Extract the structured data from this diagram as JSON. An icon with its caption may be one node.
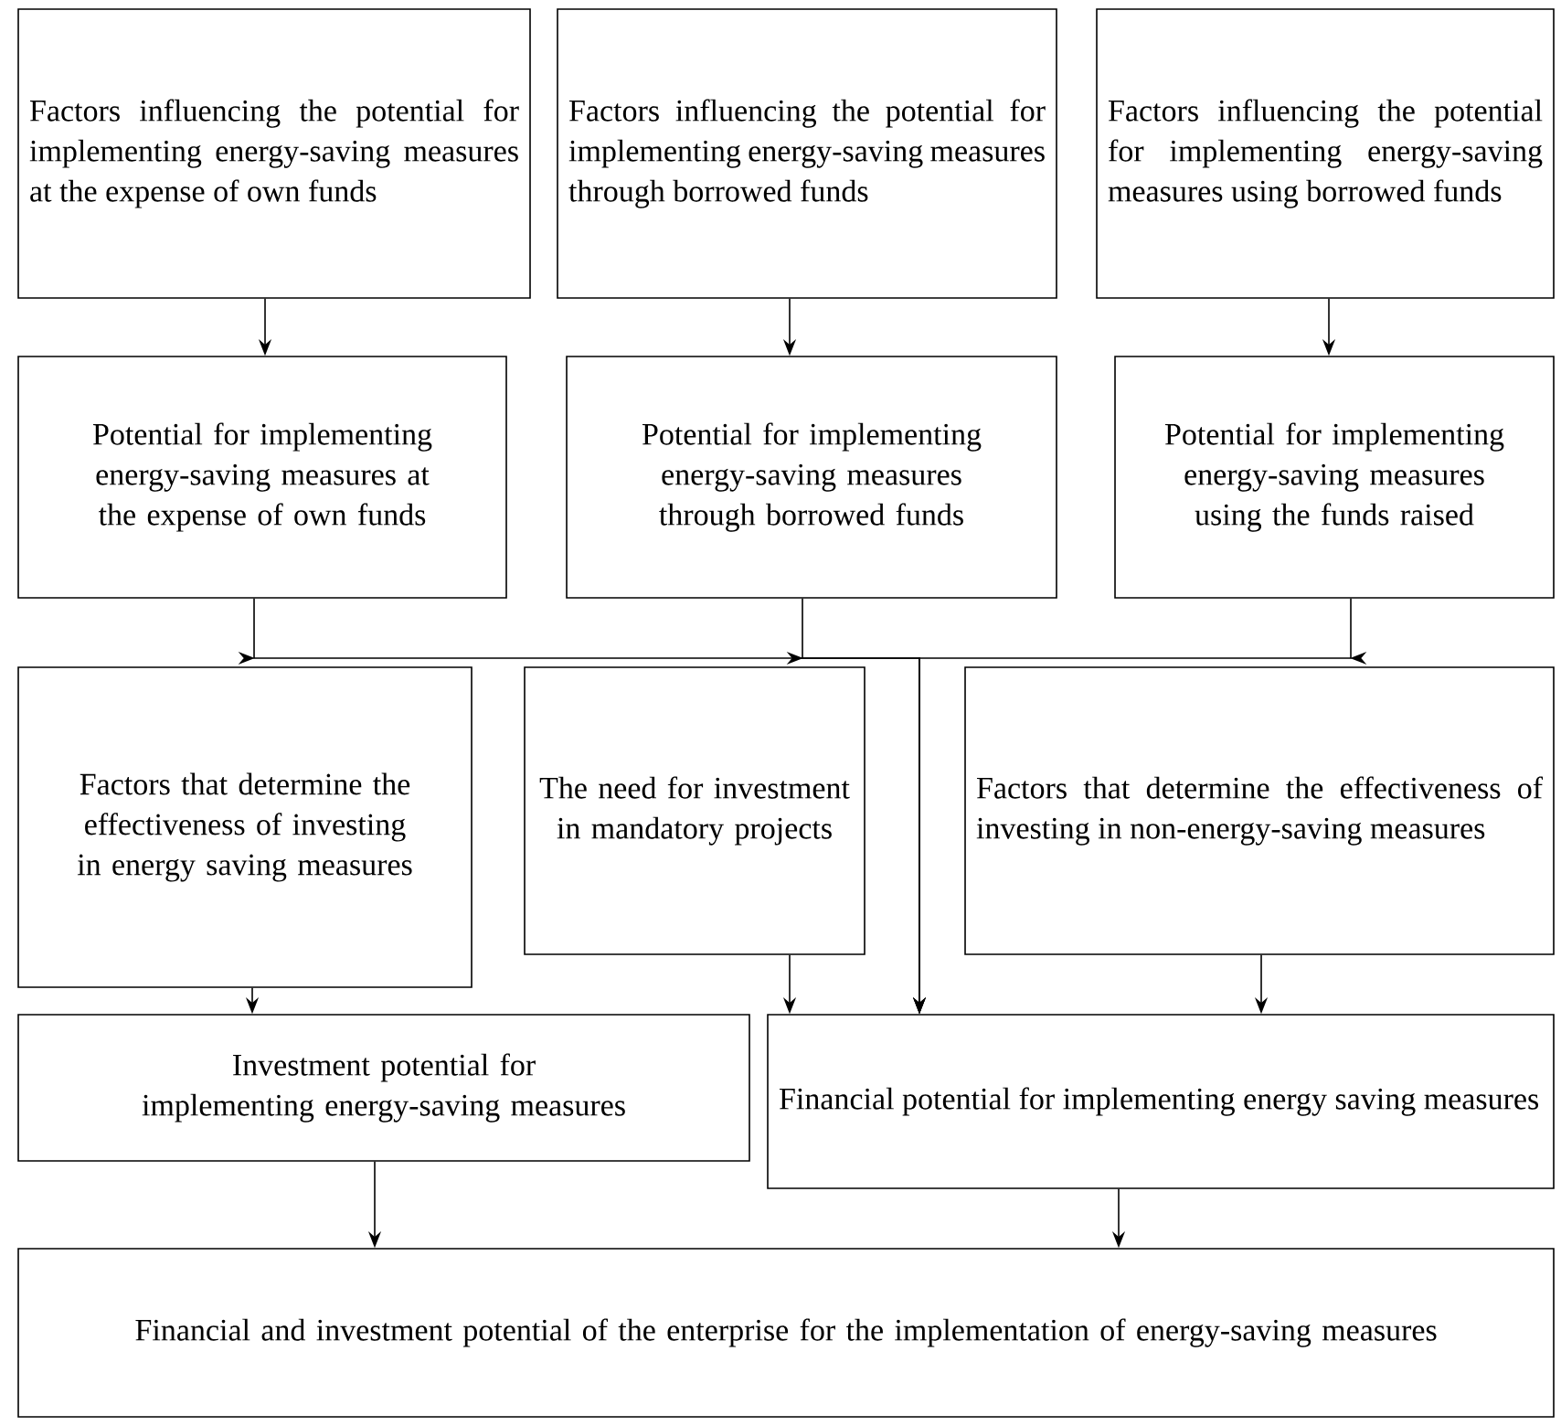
{
  "diagram": {
    "nodes": [
      {
        "text": [
          "Factors influencing the potential for implementing energy-saving measures at the expense of own funds"
        ]
      },
      {
        "text": [
          "Factors influencing the potential for implementing energy-saving measures through borrowed funds"
        ]
      },
      {
        "text": [
          "Factors influencing the potential for implementing energy-saving measures using borrowed funds"
        ]
      },
      {
        "text": [
          "Potential for implementing energy-saving measures at the expense of own funds"
        ]
      },
      {
        "text": [
          "Potential for implementing energy-saving measures through borrowed funds"
        ]
      },
      {
        "text": [
          "Potential for implementing energy-saving measures using the funds raised"
        ]
      },
      {
        "text": [
          "Factors that determine the effectiveness of investing in energy saving measures"
        ]
      },
      {
        "text": [
          "The need for investment in mandatory projects"
        ]
      },
      {
        "text": [
          "Factors that determine the effectiveness of investing in non-energy-saving measures"
        ]
      },
      {
        "text": [
          "Investment potential for implementing energy-saving measures"
        ]
      },
      {
        "text": [
          "Financial potential for implementing energy saving measures"
        ]
      },
      {
        "text": [
          "Financial and investment potential of the enterprise for the implementation of energy-saving measures"
        ]
      }
    ],
    "edges": [
      {
        "from": 0,
        "to": 3,
        "arrow": "to"
      },
      {
        "from": 1,
        "to": 4,
        "arrow": "to"
      },
      {
        "from": 2,
        "to": 5,
        "arrow": "to"
      },
      {
        "from": 3,
        "to": 10,
        "arrow": "to"
      },
      {
        "from": 4,
        "to": 10,
        "arrow": "to"
      },
      {
        "from": 5,
        "to": 10,
        "arrow": "to"
      },
      {
        "from": 6,
        "to": 9,
        "arrow": "to"
      },
      {
        "from": 7,
        "to": 10,
        "arrow": "to"
      },
      {
        "from": 8,
        "to": 10,
        "arrow": "to"
      },
      {
        "from": 9,
        "to": 11,
        "arrow": "to"
      },
      {
        "from": 10,
        "to": 11,
        "arrow": "to"
      }
    ]
  }
}
